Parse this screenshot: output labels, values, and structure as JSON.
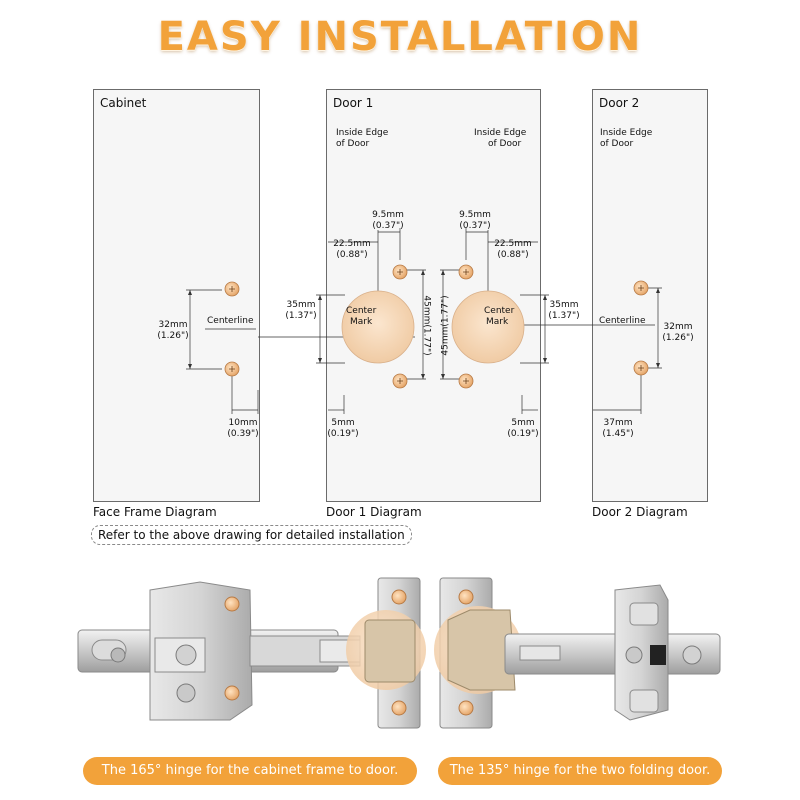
{
  "title": "EASY INSTALLATION",
  "panels": {
    "cabinet": {
      "label": "Cabinet",
      "caption": "Face Frame Diagram"
    },
    "door1": {
      "label": "Door 1",
      "caption": "Door 1 Diagram"
    },
    "door2": {
      "label": "Door 2",
      "caption": "Door 2 Diagram"
    }
  },
  "labels": {
    "inside_edge": [
      "Inside Edge",
      "of Door"
    ],
    "centerline": "Centerline",
    "center_mark": [
      "Center",
      "Mark"
    ]
  },
  "dims": {
    "m32": [
      "32mm",
      "(1.26\")"
    ],
    "m10": [
      "10mm",
      "(0.39\")"
    ],
    "m35": [
      "35mm",
      "(1.37\")"
    ],
    "m9_5": [
      "9.5mm",
      "(0.37\")"
    ],
    "m22_5": [
      "22.5mm",
      "(0.88\")"
    ],
    "m5": [
      "5mm",
      "(0.19\")"
    ],
    "m45": "45mm(1.77\")",
    "m37": [
      "37mm",
      "(1.45\")"
    ]
  },
  "note": "Refer to the above drawing for detailed installation",
  "captions": {
    "hinge165": "The 165° hinge for the cabinet frame to door.",
    "hinge135": "The 135° hinge for the two folding door."
  },
  "colors": {
    "accent": "#f2a23a",
    "hole_fill": "#f7dcc0",
    "screw": "#f3c49a",
    "steel": "#cfcfcf"
  }
}
